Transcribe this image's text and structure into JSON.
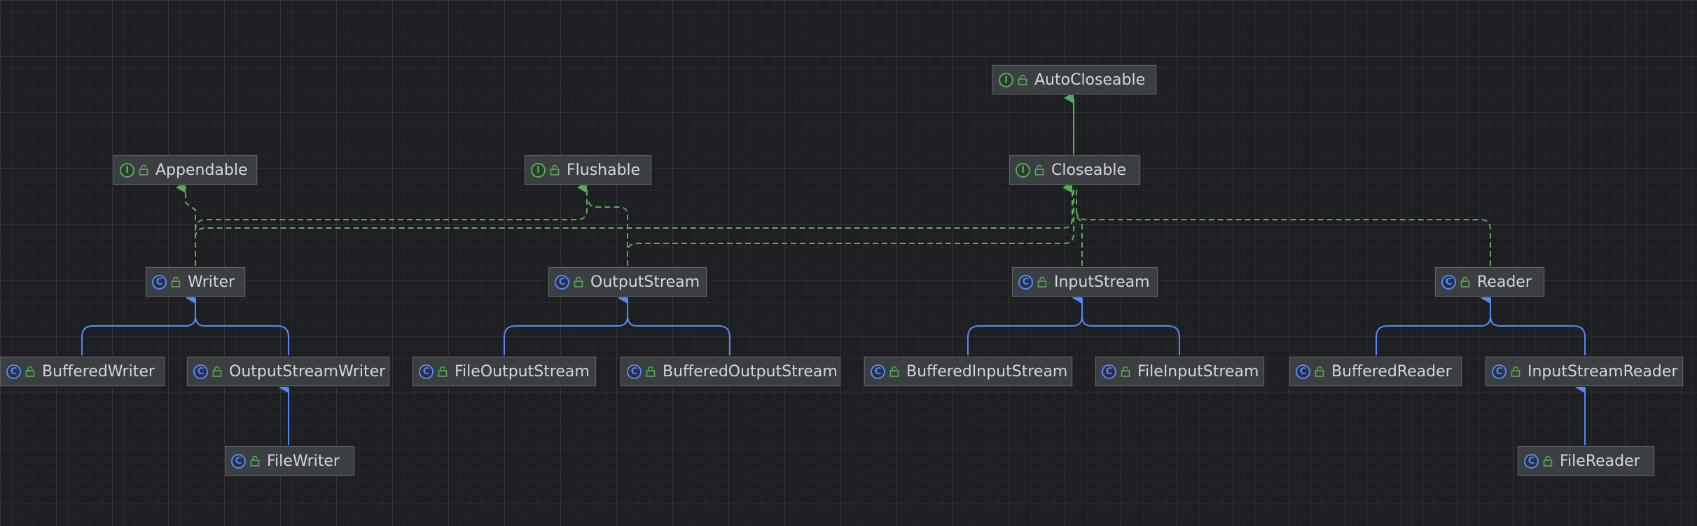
{
  "colors": {
    "interface_icon": "#5aa95a",
    "class_icon": "#548af7",
    "implements_line": "#5aa95a",
    "extends_line": "#548af7",
    "node_fill": "#3c3f41",
    "node_text": "#d4d6d9"
  },
  "nodes": {
    "autocloseable": {
      "label": "AutoCloseable",
      "kind": "I"
    },
    "appendable": {
      "label": "Appendable",
      "kind": "I"
    },
    "flushable": {
      "label": "Flushable",
      "kind": "I"
    },
    "closeable": {
      "label": "Closeable",
      "kind": "I"
    },
    "writer": {
      "label": "Writer",
      "kind": "C"
    },
    "outputstream": {
      "label": "OutputStream",
      "kind": "C"
    },
    "inputstream": {
      "label": "InputStream",
      "kind": "C"
    },
    "reader": {
      "label": "Reader",
      "kind": "C"
    },
    "bufferedwriter": {
      "label": "BufferedWriter",
      "kind": "C"
    },
    "outputstreamwriter": {
      "label": "OutputStreamWriter",
      "kind": "C"
    },
    "fileoutputstream": {
      "label": "FileOutputStream",
      "kind": "C"
    },
    "bufferedoutputstream": {
      "label": "BufferedOutputStream",
      "kind": "C"
    },
    "bufferedinputstream": {
      "label": "BufferedInputStream",
      "kind": "C"
    },
    "fileinputstream": {
      "label": "FileInputStream",
      "kind": "C"
    },
    "bufferedreader": {
      "label": "BufferedReader",
      "kind": "C"
    },
    "inputstreamreader": {
      "label": "InputStreamReader",
      "kind": "C"
    },
    "filewriter": {
      "label": "FileWriter",
      "kind": "C"
    },
    "filereader": {
      "label": "FileReader",
      "kind": "C"
    }
  },
  "edges": [
    {
      "from": "closeable",
      "to": "autocloseable",
      "relation": "extends-interface"
    },
    {
      "from": "writer",
      "to": "appendable",
      "relation": "implements"
    },
    {
      "from": "writer",
      "to": "flushable",
      "relation": "implements"
    },
    {
      "from": "writer",
      "to": "closeable",
      "relation": "implements"
    },
    {
      "from": "outputstream",
      "to": "flushable",
      "relation": "implements"
    },
    {
      "from": "outputstream",
      "to": "closeable",
      "relation": "implements"
    },
    {
      "from": "inputstream",
      "to": "closeable",
      "relation": "implements"
    },
    {
      "from": "reader",
      "to": "closeable",
      "relation": "implements"
    },
    {
      "from": "bufferedwriter",
      "to": "writer",
      "relation": "extends"
    },
    {
      "from": "outputstreamwriter",
      "to": "writer",
      "relation": "extends"
    },
    {
      "from": "filewriter",
      "to": "outputstreamwriter",
      "relation": "extends"
    },
    {
      "from": "fileoutputstream",
      "to": "outputstream",
      "relation": "extends"
    },
    {
      "from": "bufferedoutputstream",
      "to": "outputstream",
      "relation": "extends"
    },
    {
      "from": "bufferedinputstream",
      "to": "inputstream",
      "relation": "extends"
    },
    {
      "from": "fileinputstream",
      "to": "inputstream",
      "relation": "extends"
    },
    {
      "from": "bufferedreader",
      "to": "reader",
      "relation": "extends"
    },
    {
      "from": "inputstreamreader",
      "to": "reader",
      "relation": "extends"
    },
    {
      "from": "filereader",
      "to": "inputstreamreader",
      "relation": "extends"
    }
  ]
}
